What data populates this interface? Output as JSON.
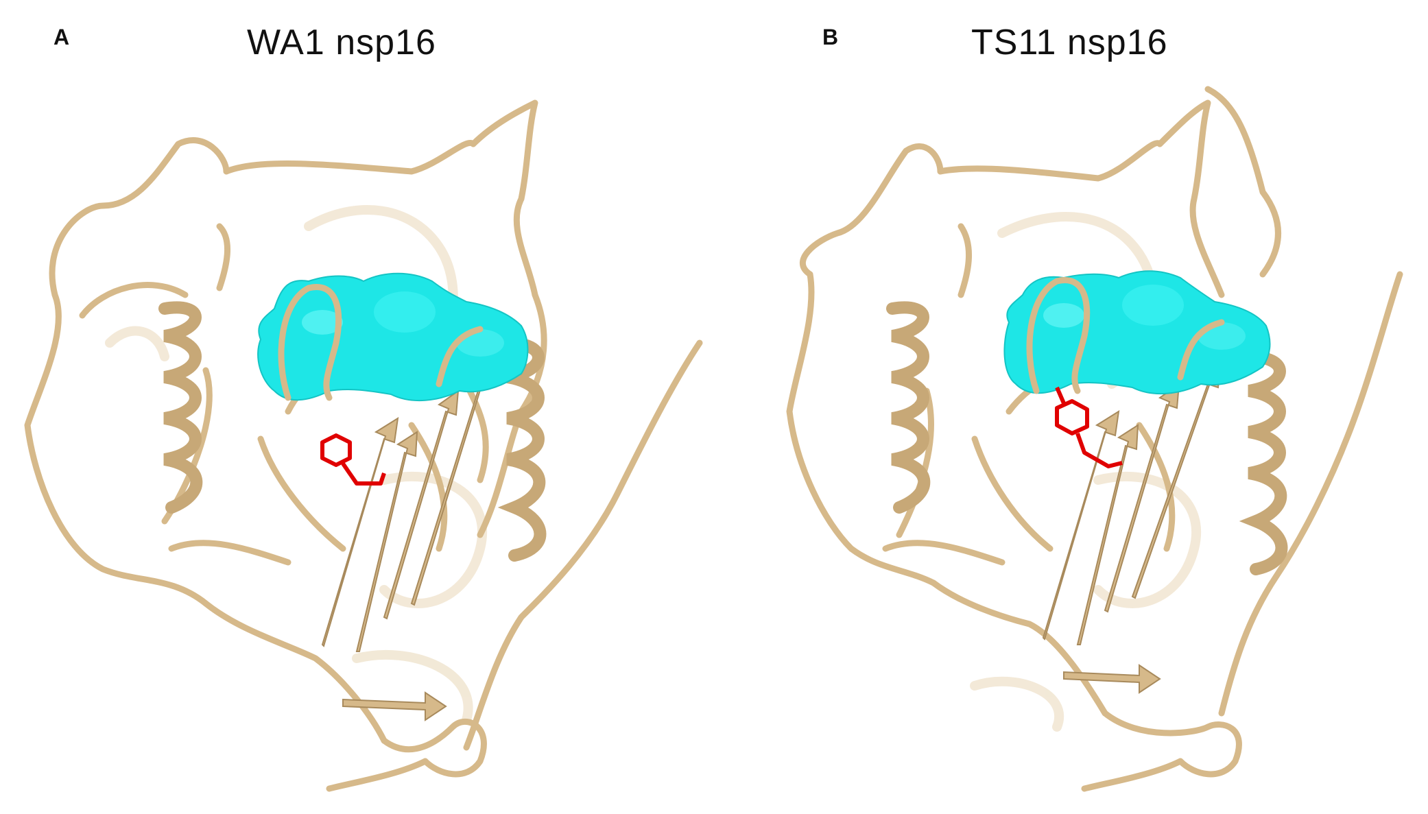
{
  "panels": [
    {
      "letter": "A",
      "title": "WA1  nsp16"
    },
    {
      "letter": "B",
      "title": "TS11  nsp16"
    }
  ],
  "colors": {
    "protein_ribbon": "#d6b98a",
    "protein_ribbon_shadow": "#a88a5c",
    "ligand_surface": "#1ee6e6",
    "residue_sidechain": "#e00000",
    "background": "#ffffff"
  }
}
